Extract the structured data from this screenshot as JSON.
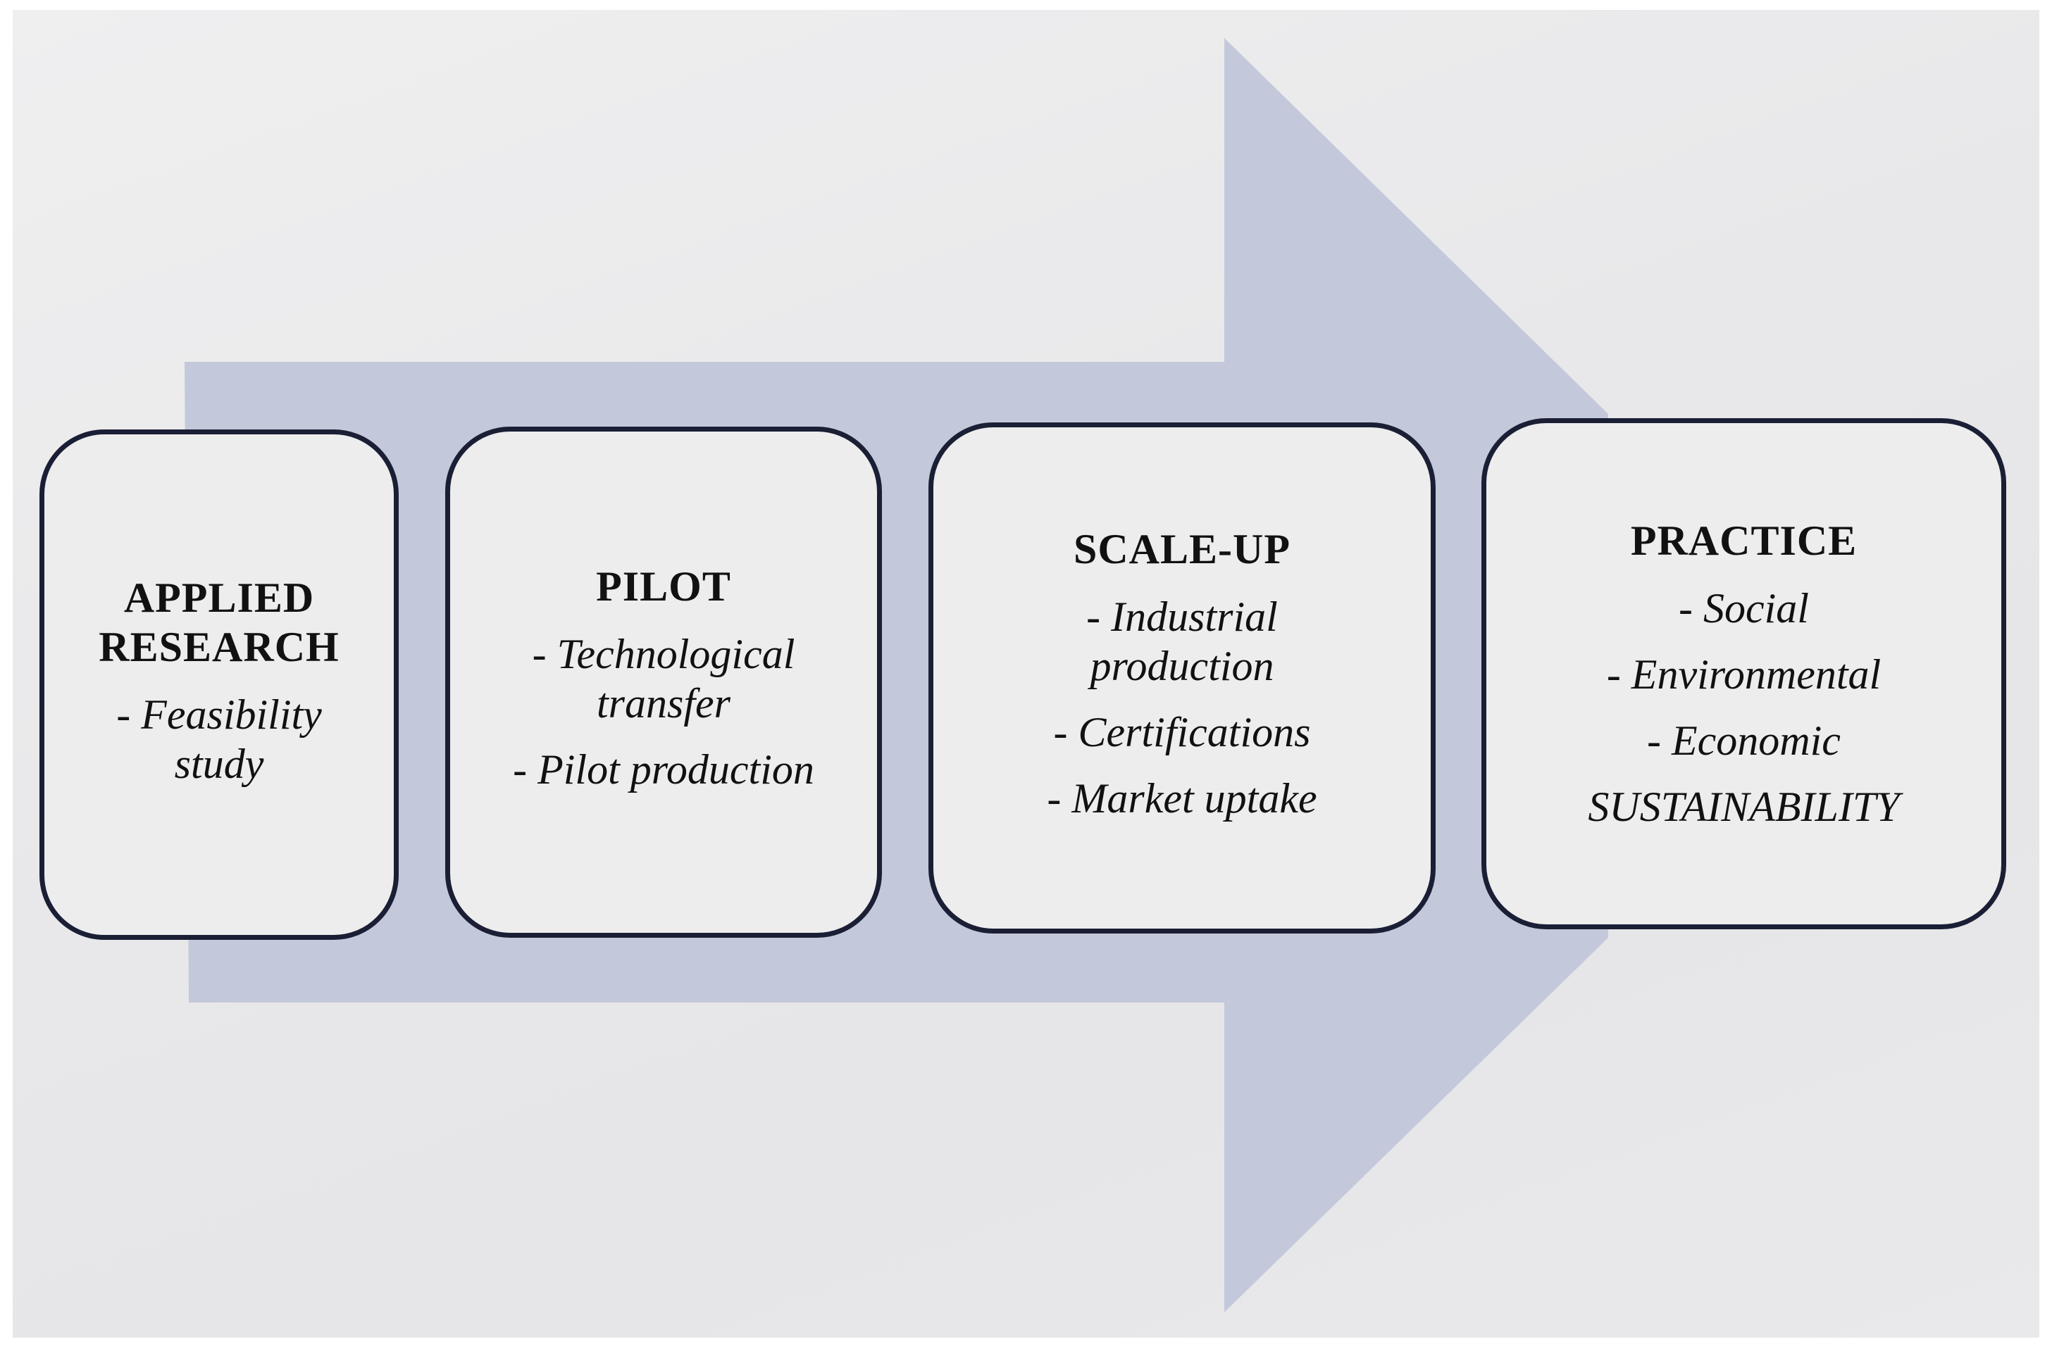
{
  "colors": {
    "arrow": "#c3c9db",
    "box_border": "#1a1f35",
    "box_fill": "#ededee",
    "text": "#111111"
  },
  "stages": [
    {
      "title": "APPLIED\nRESEARCH",
      "items": [
        "- Feasibility\nstudy"
      ]
    },
    {
      "title": "PILOT",
      "items": [
        "- Technological\ntransfer",
        "- Pilot production"
      ]
    },
    {
      "title": "SCALE-UP",
      "items": [
        "- Industrial\nproduction",
        "- Certifications",
        "- Market uptake"
      ]
    },
    {
      "title": "PRACTICE",
      "items": [
        "- Social",
        "- Environmental",
        "- Economic"
      ],
      "note": "SUSTAINABILITY"
    }
  ]
}
